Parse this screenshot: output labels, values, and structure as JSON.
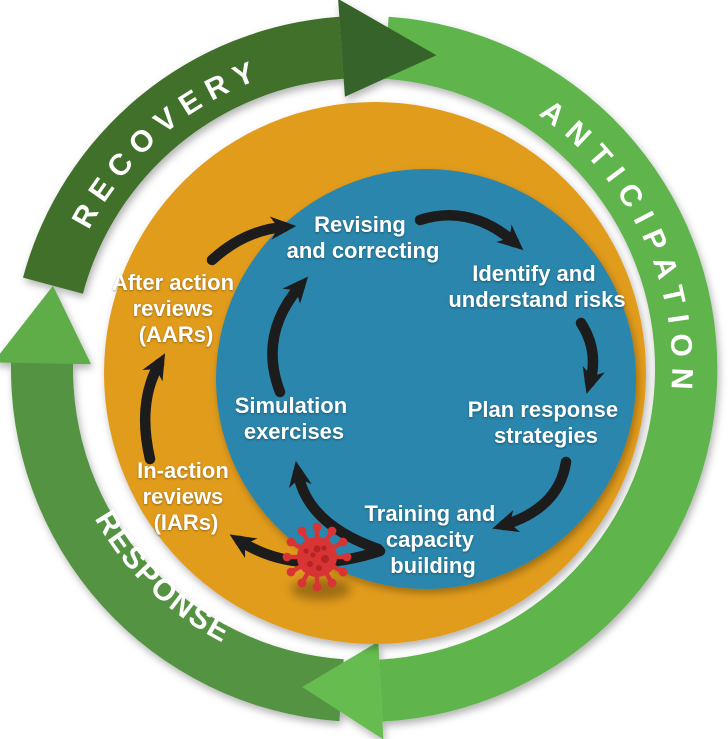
{
  "diagram_type": "cycle-diagram",
  "colors": {
    "background": "#ffffff",
    "recovery_arc": "#3F7029",
    "recovery_head": "#35642A",
    "anticipation_arc": "#5EB54B",
    "anticipation_head": "#66BC50",
    "response_arc": "#539343",
    "response_head": "#5FAD4A",
    "middle_ring": "#E29C1E",
    "inner_circle": "#2C86AC",
    "arrow": "#1C1C1C",
    "virus_body": "#D93434",
    "virus_dots": "#B52424",
    "label_text": "#FFFFFF"
  },
  "outer_ring": {
    "recovery_label": "RECOVERY",
    "anticipation_label": "ANTICIPATION",
    "response_label": "RESPONSE"
  },
  "middle_ring_stages": {
    "after_action": {
      "line1": "After action",
      "line2": "reviews",
      "line3": "(AARs)"
    },
    "in_action": {
      "line1": "In-action",
      "line2": "reviews",
      "line3": "(IARs)"
    }
  },
  "inner_stages": {
    "revising": {
      "line1": "Revising",
      "line2": "and correcting"
    },
    "identify": {
      "line1": "Identify and",
      "line2": "understand risks"
    },
    "plan": {
      "line1": "Plan response",
      "line2": "strategies"
    },
    "training": {
      "line1": "Training and",
      "line2": "capacity",
      "line3": "building"
    },
    "simulation": {
      "line1": "Simulation",
      "line2": "exercises"
    }
  },
  "icons": {
    "virus": "coronavirus-icon"
  }
}
